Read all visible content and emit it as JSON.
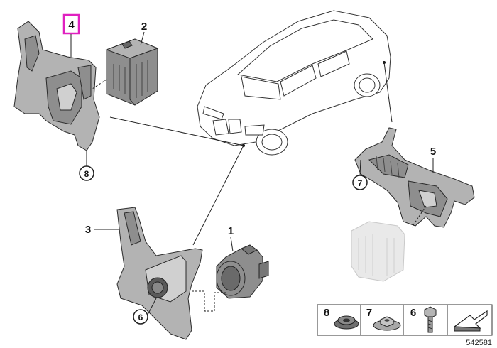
{
  "callouts": {
    "c1": "1",
    "c2": "2",
    "c3": "3",
    "c4": "4",
    "c5": "5",
    "c6": "6",
    "c7": "7",
    "c8": "8"
  },
  "legend": {
    "items": [
      "8",
      "7",
      "6"
    ]
  },
  "reference_number": "542581",
  "colors": {
    "highlight": "#e020c0",
    "part_gray": "#9a9a9a",
    "line": "#222222"
  }
}
